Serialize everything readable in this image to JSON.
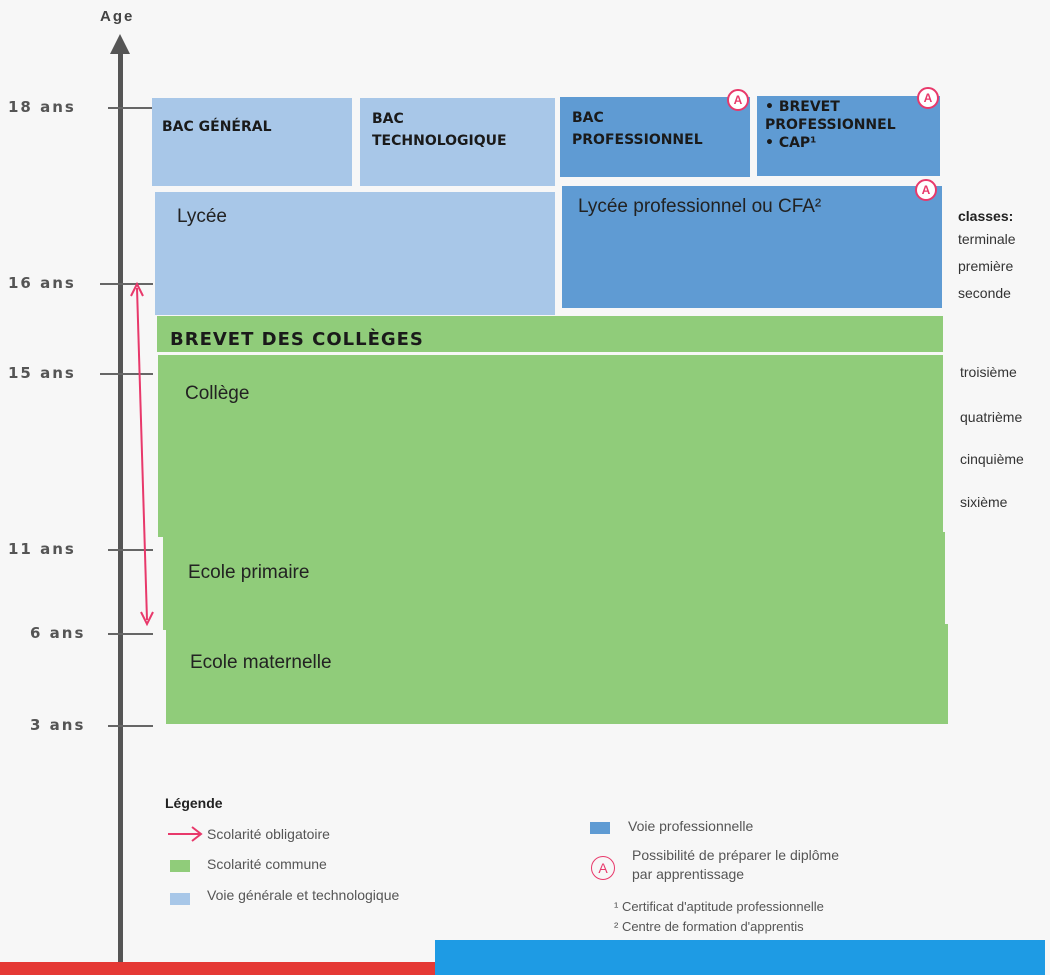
{
  "axis": {
    "title": "Age"
  },
  "ages": [
    "18 ans",
    "16 ans",
    "15 ans",
    "11 ans",
    "6 ans",
    "3 ans"
  ],
  "blocks": {
    "bac_general": "BAC GÉNÉRAL",
    "bac_techno": [
      "BAC",
      "TECHNOLOGIQUE"
    ],
    "bac_pro": [
      "BAC",
      "PROFESSIONNEL"
    ],
    "brevet_pro": [
      "• BREVET",
      "PROFESSIONNEL",
      "• CAP¹"
    ],
    "lycee": "Lycée",
    "lycee_pro": "Lycée professionnel ou CFA²",
    "brevet_colleges": "BREVET DES COLLÈGES",
    "college": "Collège",
    "primaire": "Ecole primaire",
    "maternelle": "Ecole maternelle",
    "badge": "A"
  },
  "classes": {
    "heading": "classes:",
    "lycee": [
      "terminale",
      "première",
      "seconde"
    ],
    "college": [
      "troisième",
      "quatrième",
      "cinquième",
      "sixième"
    ]
  },
  "legend": {
    "title": "Légende",
    "left": [
      "Scolarité obligatoire",
      "Scolarité commune",
      "Voie générale et technologique"
    ],
    "right": [
      "Voie professionnelle",
      "Possibilité de préparer le diplôme",
      "par apprentissage"
    ],
    "notes": [
      "¹ Certificat d'aptitude professionnelle",
      "² Centre de formation d'apprentis"
    ]
  },
  "colors": {
    "light_blue": "#a8c7e8",
    "dark_blue": "#5f9bd3",
    "green": "#90cc7a",
    "arrow": "#e8396b"
  }
}
